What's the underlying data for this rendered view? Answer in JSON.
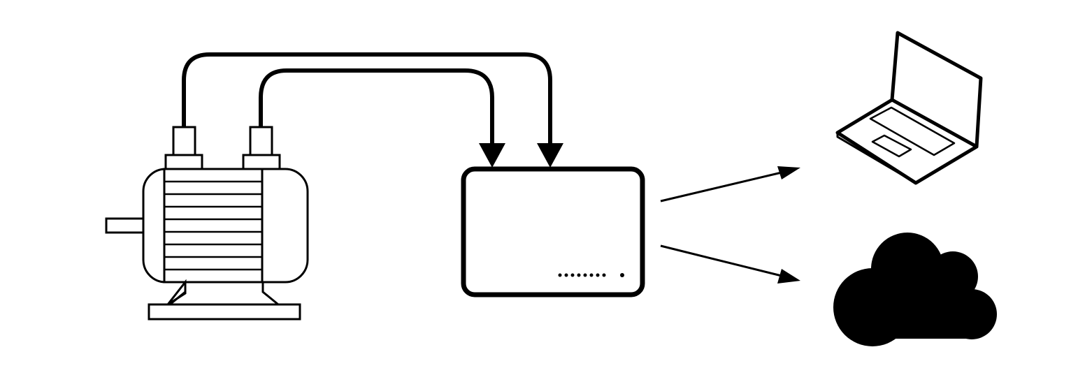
{
  "colors": {
    "stroke": "#000000",
    "background": "#ffffff"
  },
  "diagram": {
    "nodes": [
      {
        "id": "motor",
        "icon": "electric-motor-icon"
      },
      {
        "id": "gateway",
        "icon": "data-acquisition-box-icon"
      },
      {
        "id": "laptop",
        "icon": "laptop-icon"
      },
      {
        "id": "cloud",
        "icon": "cloud-icon"
      }
    ],
    "edges": [
      {
        "from": "motor",
        "to": "gateway",
        "kind": "sensor-cable"
      },
      {
        "from": "motor",
        "to": "gateway",
        "kind": "sensor-cable"
      },
      {
        "from": "gateway",
        "to": "laptop",
        "kind": "arrow"
      },
      {
        "from": "gateway",
        "to": "cloud",
        "kind": "arrow"
      }
    ]
  }
}
